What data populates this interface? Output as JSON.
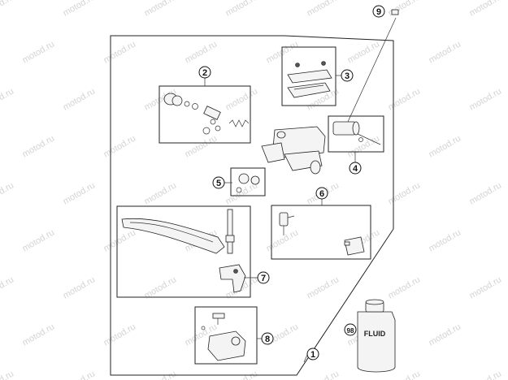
{
  "watermark": {
    "text": "motod.ru"
  },
  "callouts": [
    {
      "id": "1",
      "label": "1"
    },
    {
      "id": "2",
      "label": "2"
    },
    {
      "id": "3",
      "label": "3"
    },
    {
      "id": "4",
      "label": "4"
    },
    {
      "id": "5",
      "label": "5"
    },
    {
      "id": "6",
      "label": "6"
    },
    {
      "id": "7",
      "label": "7"
    },
    {
      "id": "8",
      "label": "8"
    },
    {
      "id": "9",
      "label": "9"
    },
    {
      "id": "98",
      "label": "98"
    }
  ],
  "fluid_bottle": {
    "label": "FLUID"
  },
  "colors": {
    "line": "#222222",
    "watermark": "#d4d4d4",
    "background": "#ffffff"
  }
}
